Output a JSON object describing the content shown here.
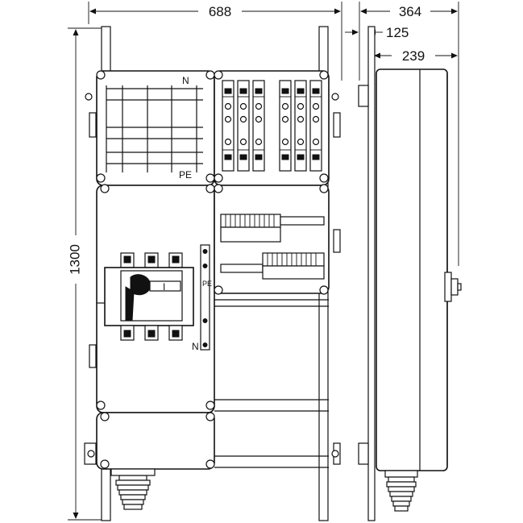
{
  "dimensions": {
    "width": "688",
    "depth": "364",
    "depth_front": "125",
    "depth_rear": "239",
    "height": "1300"
  },
  "labels": {
    "neutral": "N",
    "protective_earth": "PE",
    "switch_on": "I",
    "pe_rail": "PE",
    "n_rail": "N"
  }
}
